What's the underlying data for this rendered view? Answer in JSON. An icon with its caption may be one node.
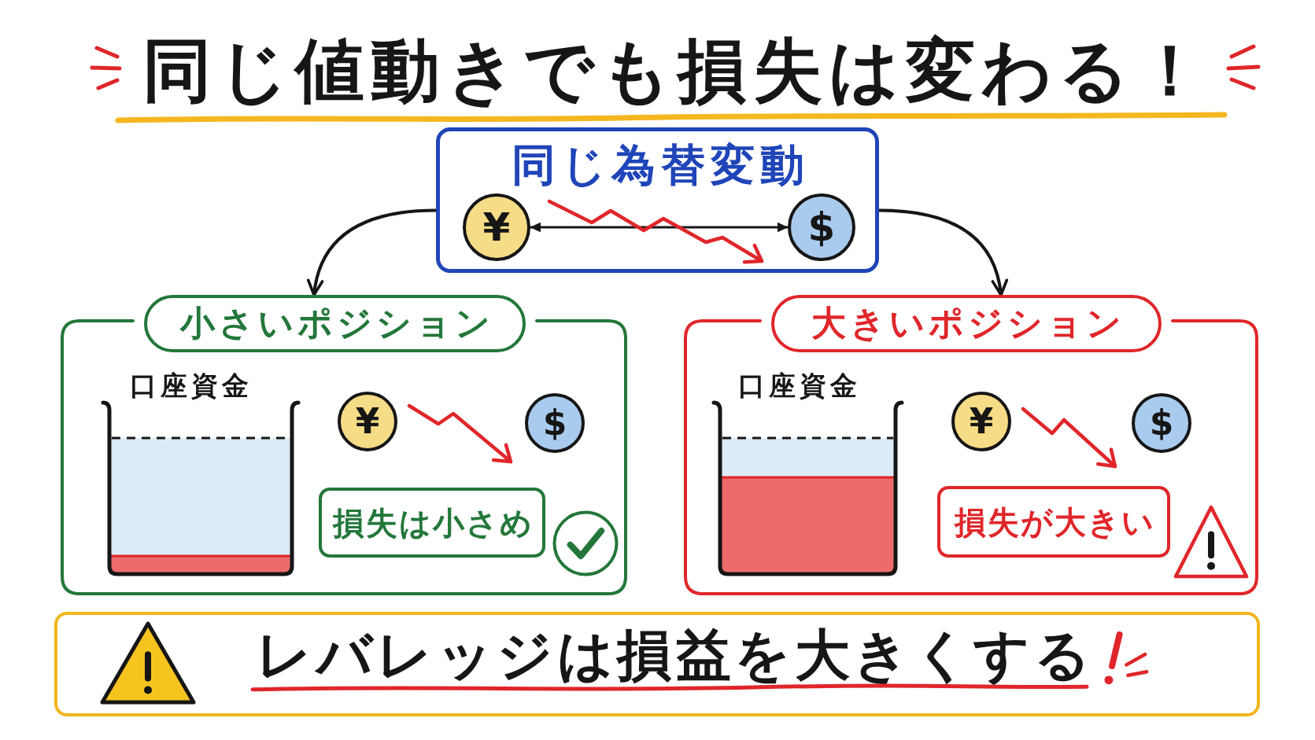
{
  "diagram": {
    "title": "同じ値動きでも損失は変わる！",
    "nodes": [
      {
        "text": [
          "同じ為替変動"
        ]
      },
      {
        "text": [
          "¥"
        ],
        "in": 0
      },
      {
        "text": [
          "$"
        ],
        "in": 0
      },
      {
        "text": [
          "小さいポジション"
        ]
      },
      {
        "text": [
          "口座資金"
        ],
        "in": 3
      },
      {
        "text": [
          "¥"
        ],
        "in": 3
      },
      {
        "text": [
          "$"
        ],
        "in": 3
      },
      {
        "text": [
          "損失は小さめ"
        ],
        "in": 3
      },
      {
        "text": [
          "大きいポジション"
        ]
      },
      {
        "text": [
          "口座資金"
        ],
        "in": 8
      },
      {
        "text": [
          "¥"
        ],
        "in": 8
      },
      {
        "text": [
          "$"
        ],
        "in": 8
      },
      {
        "text": [
          "損失が大きい"
        ],
        "in": 8
      },
      {
        "text": [
          "レバレッジは損益を大きくする"
        ]
      }
    ],
    "edges": [
      {
        "from": 1,
        "to": 2,
        "arrow": "both"
      },
      {
        "from": 0,
        "to": 3,
        "arrow": "to"
      },
      {
        "from": 0,
        "to": 8,
        "arrow": "to"
      }
    ]
  }
}
